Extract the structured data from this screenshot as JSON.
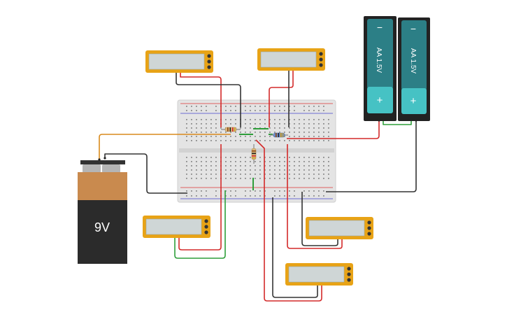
{
  "battery_9v": {
    "label": "9V",
    "body_color": "#2b2b2b",
    "cap_color": "#c98a4e"
  },
  "battery_aa": [
    {
      "label": "AA 1.5V",
      "minus": "−",
      "plus": "+"
    },
    {
      "label": "AA 1.5V",
      "minus": "−",
      "plus": "+"
    }
  ],
  "multimeters": [
    {
      "id": "mm-top-left"
    },
    {
      "id": "mm-top-center"
    },
    {
      "id": "mm-bottom-left"
    },
    {
      "id": "mm-bottom-right"
    },
    {
      "id": "mm-bottom-center"
    }
  ],
  "colors": {
    "wire_red": "#d42a2a",
    "wire_black": "#333333",
    "wire_green": "#2e9e3a",
    "wire_orange": "#d98a1c",
    "meter_body": "#e8a316",
    "meter_screen": "#cfd6d6",
    "aa_body": "#2c7f86",
    "aa_plus": "#46c2c4",
    "breadboard": "#e4e4e4"
  }
}
